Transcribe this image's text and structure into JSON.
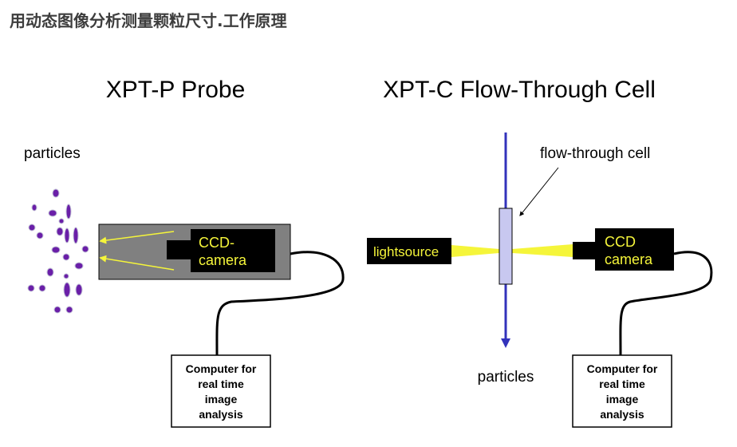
{
  "page": {
    "title": "用动态图像分析测量颗粒尺寸.工作原理"
  },
  "probe": {
    "heading": "XPT-P Probe",
    "particles_label": "particles",
    "camera_label_line1": "CCD-",
    "camera_label_line2": "camera",
    "computer_label": [
      "Computer for",
      "real time",
      "image",
      "analysis"
    ]
  },
  "cell": {
    "heading": "XPT-C Flow-Through Cell",
    "cell_label": "flow-through cell",
    "lightsource_label": "lightsource",
    "particles_label": "particles",
    "camera_label_line1": "CCD",
    "camera_label_line2": "camera",
    "computer_label": [
      "Computer for",
      "real time",
      "image",
      "analysis"
    ]
  },
  "colors": {
    "particle": "#6a1fa8",
    "flow_arrow": "#3333bb",
    "light_beam": "#f5f53a",
    "probe_housing": "#808080",
    "camera_body": "#000000",
    "flow_cell": "#c8c8f0"
  }
}
